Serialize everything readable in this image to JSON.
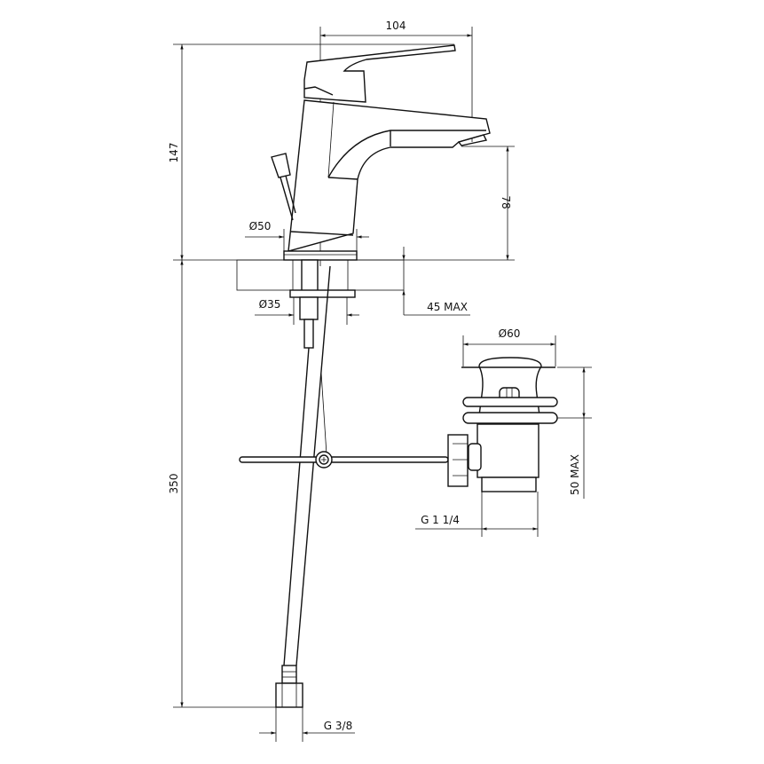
{
  "dimensions": {
    "spout_reach": "104",
    "total_height": "147",
    "spout_height": "78",
    "base_diameter": "Ø50",
    "shank_diameter": "Ø35",
    "max_counter_thickness": "45 MAX",
    "waste_flange_diameter": "Ø60",
    "waste_max_thickness": "50 MAX",
    "waste_thread": "G 1 1/4",
    "hose_length": "350",
    "hose_thread": "G 3/8"
  }
}
